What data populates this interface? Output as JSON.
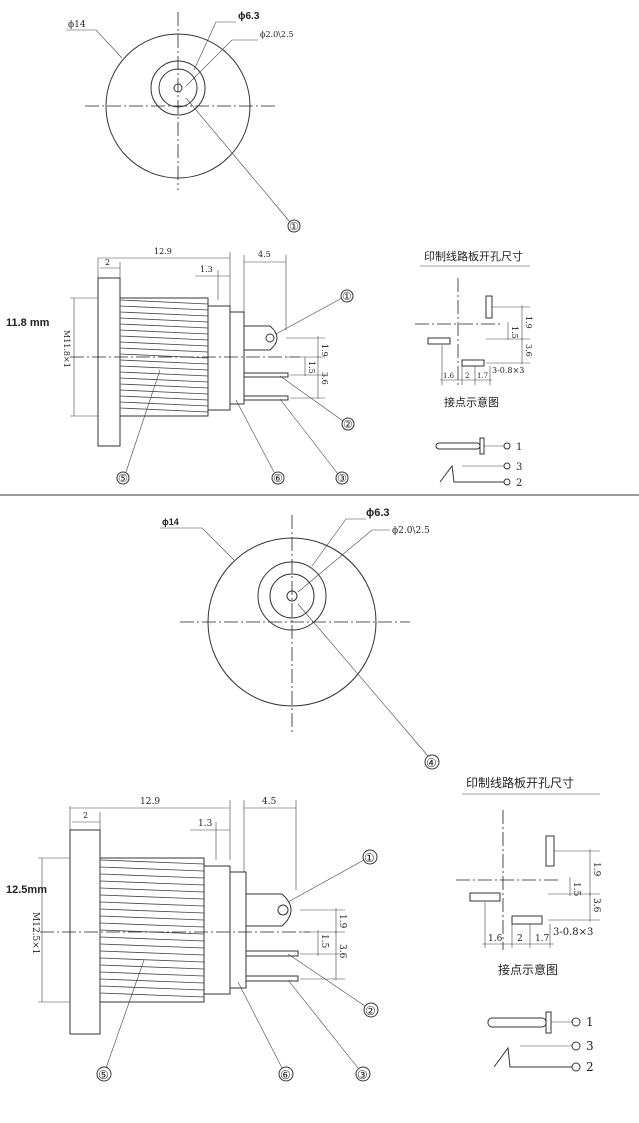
{
  "top": {
    "front": {
      "dia_outer": "ϕ14",
      "dia_mid": "ϕ6.3",
      "dia_pin": "ϕ2.0\\2.5",
      "callout": "①"
    },
    "side": {
      "dim_length": "12.9",
      "dim_flange": "2",
      "dim_small": "1.3",
      "dim_tail": "4.5",
      "thread": "M11.8×1",
      "thread_size": "11.8 mm",
      "dim_v1": "1.9",
      "dim_v2": "1.5",
      "dim_v3": "3.6",
      "callouts": [
        "①",
        "②",
        "③",
        "⑤",
        "⑥"
      ]
    },
    "pcb": {
      "title": "印制线路板开孔尺寸",
      "dims": [
        "1.9",
        "1.5",
        "3.6",
        "1.6",
        "2",
        "1.7",
        "3-0.8×3"
      ],
      "contact_title": "接点示意图",
      "pins": [
        "1",
        "3",
        "2"
      ]
    }
  },
  "bottom": {
    "front": {
      "dia_outer": "ϕ14",
      "dia_mid": "ϕ6.3",
      "dia_pin": "ϕ2.0\\2.5",
      "callout": "④"
    },
    "side": {
      "dim_length": "12.9",
      "dim_flange": "2",
      "dim_small": "1.3",
      "dim_tail": "4.5",
      "thread": "M12.5×1",
      "thread_size": "12.5mm",
      "dim_v1": "1.9",
      "dim_v2": "1.5",
      "dim_v3": "3.6",
      "callouts": [
        "①",
        "②",
        "③",
        "⑤",
        "⑥"
      ]
    },
    "pcb": {
      "title": "印制线路板开孔尺寸",
      "dims": [
        "1.9",
        "1.5",
        "3.6",
        "1.6",
        "2",
        "1.7",
        "3-0.8×3"
      ],
      "contact_title": "接点示意图",
      "pins": [
        "1",
        "3",
        "2"
      ]
    }
  }
}
